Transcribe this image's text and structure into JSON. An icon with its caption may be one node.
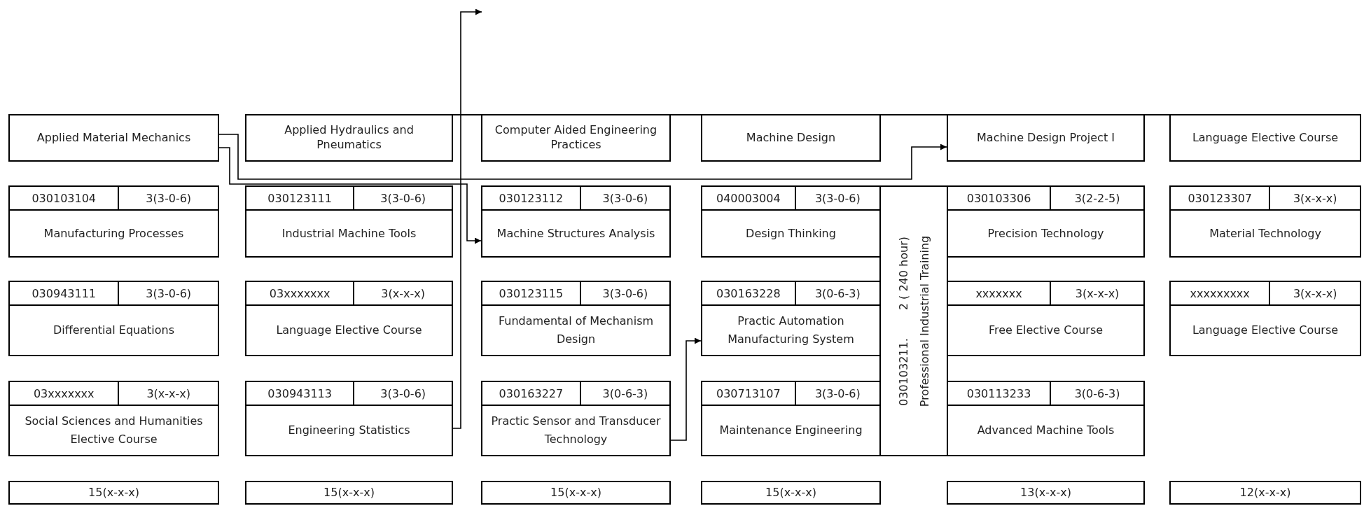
{
  "diagram": {
    "nodes": [
      {
        "text": [
          "Applied Material Mechanics"
        ]
      },
      {
        "text": [
          "Applied Hydraulics and Pneumatics"
        ]
      },
      {
        "text": [
          "Computer Aided Engineering Practices"
        ]
      },
      {
        "text": [
          "Machine Design"
        ]
      },
      {
        "text": [
          "Machine Design Project I"
        ]
      },
      {
        "text": [
          "Language Elective Course"
        ]
      },
      {
        "text": [
          "030103104",
          "3(3-0-6)",
          "Manufacturing Processes"
        ]
      },
      {
        "text": [
          "030123111",
          "3(3-0-6)",
          "Industrial Machine Tools"
        ]
      },
      {
        "text": [
          "030123112",
          "3(3-0-6)",
          "Machine Structures Analysis"
        ]
      },
      {
        "text": [
          "040003004",
          "3(3-0-6)",
          "Design Thinking"
        ]
      },
      {
        "text": [
          "030103211.",
          "2 ( 240 hour)",
          "Professional Industrial Training"
        ]
      },
      {
        "text": [
          "030103306",
          "3(2-2-5)",
          "Precision Technology"
        ]
      },
      {
        "text": [
          "030123307",
          "3(x-x-x)",
          "Material Technology"
        ]
      },
      {
        "text": [
          "030943111",
          "3(3-0-6)",
          "Differential Equations"
        ]
      },
      {
        "text": [
          "03xxxxxxx",
          "3(x-x-x)",
          "Language Elective Course"
        ]
      },
      {
        "text": [
          "030123115",
          "3(3-0-6)",
          "Fundamental of Mechanism Design"
        ]
      },
      {
        "text": [
          "030163228",
          "3(0-6-3)",
          "Practic Automation Manufacturing System"
        ]
      },
      {
        "text": [
          "xxxxxxx",
          "3(x-x-x)",
          "Free Elective Course"
        ]
      },
      {
        "text": [
          "xxxxxxxxx",
          "3(x-x-x)",
          "Language Elective Course"
        ]
      },
      {
        "text": [
          "03xxxxxxx",
          "3(x-x-x)",
          "Social Sciences and Humanities Elective Course"
        ]
      },
      {
        "text": [
          "030943113",
          "3(3-0-6)",
          "Engineering Statistics"
        ]
      },
      {
        "text": [
          "030163227",
          "3(0-6-3)",
          "Practic Sensor and Transducer Technology"
        ]
      },
      {
        "text": [
          "030713107",
          "3(3-0-6)",
          "Maintenance Engineering"
        ]
      },
      {
        "text": [
          "030113233",
          "3(0-6-3)",
          "Advanced Machine Tools"
        ]
      },
      {
        "text": [
          "15(x-x-x)"
        ]
      },
      {
        "text": [
          "15(x-x-x)"
        ]
      },
      {
        "text": [
          "15(x-x-x)"
        ]
      },
      {
        "text": [
          "15(x-x-x)"
        ]
      },
      {
        "text": [
          "13(x-x-x)"
        ]
      },
      {
        "text": [
          "12(x-x-x)"
        ]
      }
    ],
    "edges": [
      {
        "from": 0,
        "to": 4,
        "arrow": "to"
      },
      {
        "from": 0,
        "to": 8,
        "arrow": "to"
      },
      {
        "from": 20,
        "to": null,
        "arrow": "to"
      },
      {
        "from": 21,
        "to": 16,
        "arrow": "to"
      }
    ]
  }
}
